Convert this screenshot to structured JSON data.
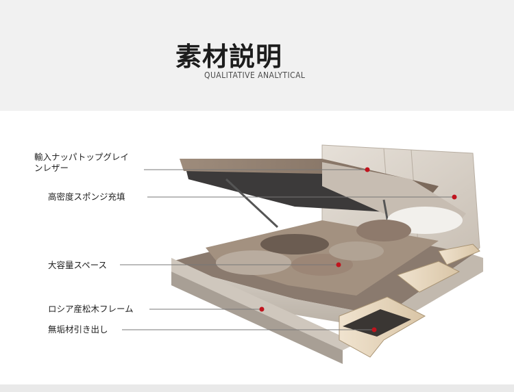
{
  "header": {
    "title": "素材説明",
    "subtitle": "QUALITATIVE ANALYTICAL"
  },
  "callouts": [
    {
      "line1": "輸入ナッパトップグレイ",
      "line2": "ンレザー"
    },
    {
      "line1": "高密度スポンジ充填"
    },
    {
      "line1": "大容量スペース"
    },
    {
      "line1": "ロシア産松木フレーム"
    },
    {
      "line1": "無垢材引き出し"
    }
  ],
  "colors": {
    "header_bg": "#f1f1f1",
    "leather": "#d8d0c6",
    "marker": "#c0141e"
  }
}
